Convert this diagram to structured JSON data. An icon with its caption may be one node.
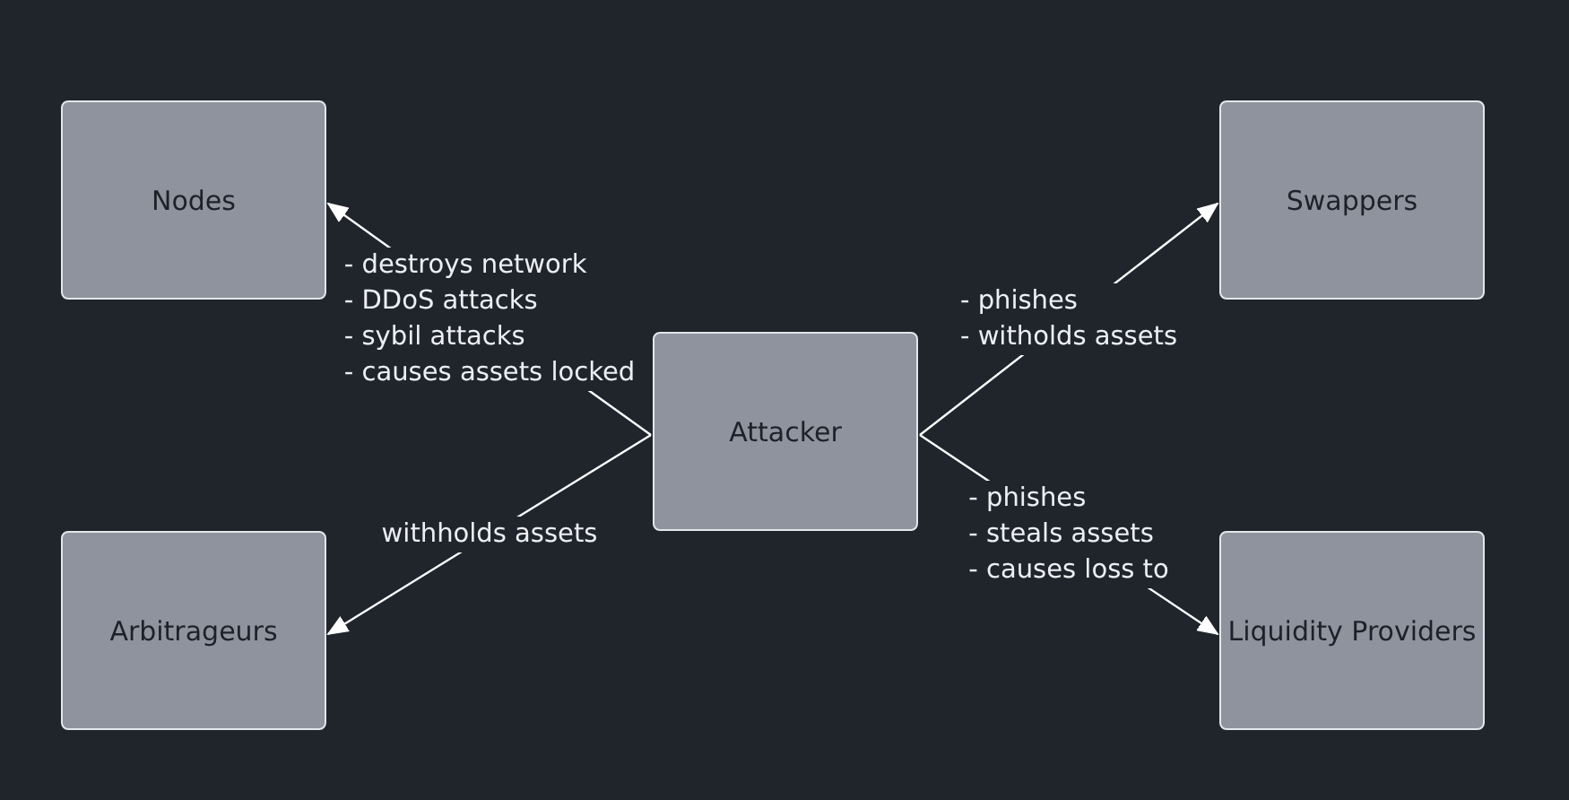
{
  "diagram": {
    "nodes": [
      {
        "text": [
          "Nodes"
        ]
      },
      {
        "text": [
          "Swappers"
        ]
      },
      {
        "text": [
          "Attacker"
        ]
      },
      {
        "text": [
          "Arbitrageurs"
        ]
      },
      {
        "text": [
          "Liquidity Providers"
        ]
      }
    ],
    "edges": [
      {
        "from": 2,
        "to": 0,
        "arrow": "to",
        "label": "- destroys network - DDoS attacks - sybil attacks - causes assets locked"
      },
      {
        "from": 2,
        "to": 1,
        "arrow": "to",
        "label": "- phishes - witholds assets"
      },
      {
        "from": 2,
        "to": 3,
        "arrow": "to",
        "label": "withholds assets"
      },
      {
        "from": 2,
        "to": 4,
        "arrow": "to",
        "label": "- phishes - steals assets - causes loss to"
      }
    ]
  }
}
